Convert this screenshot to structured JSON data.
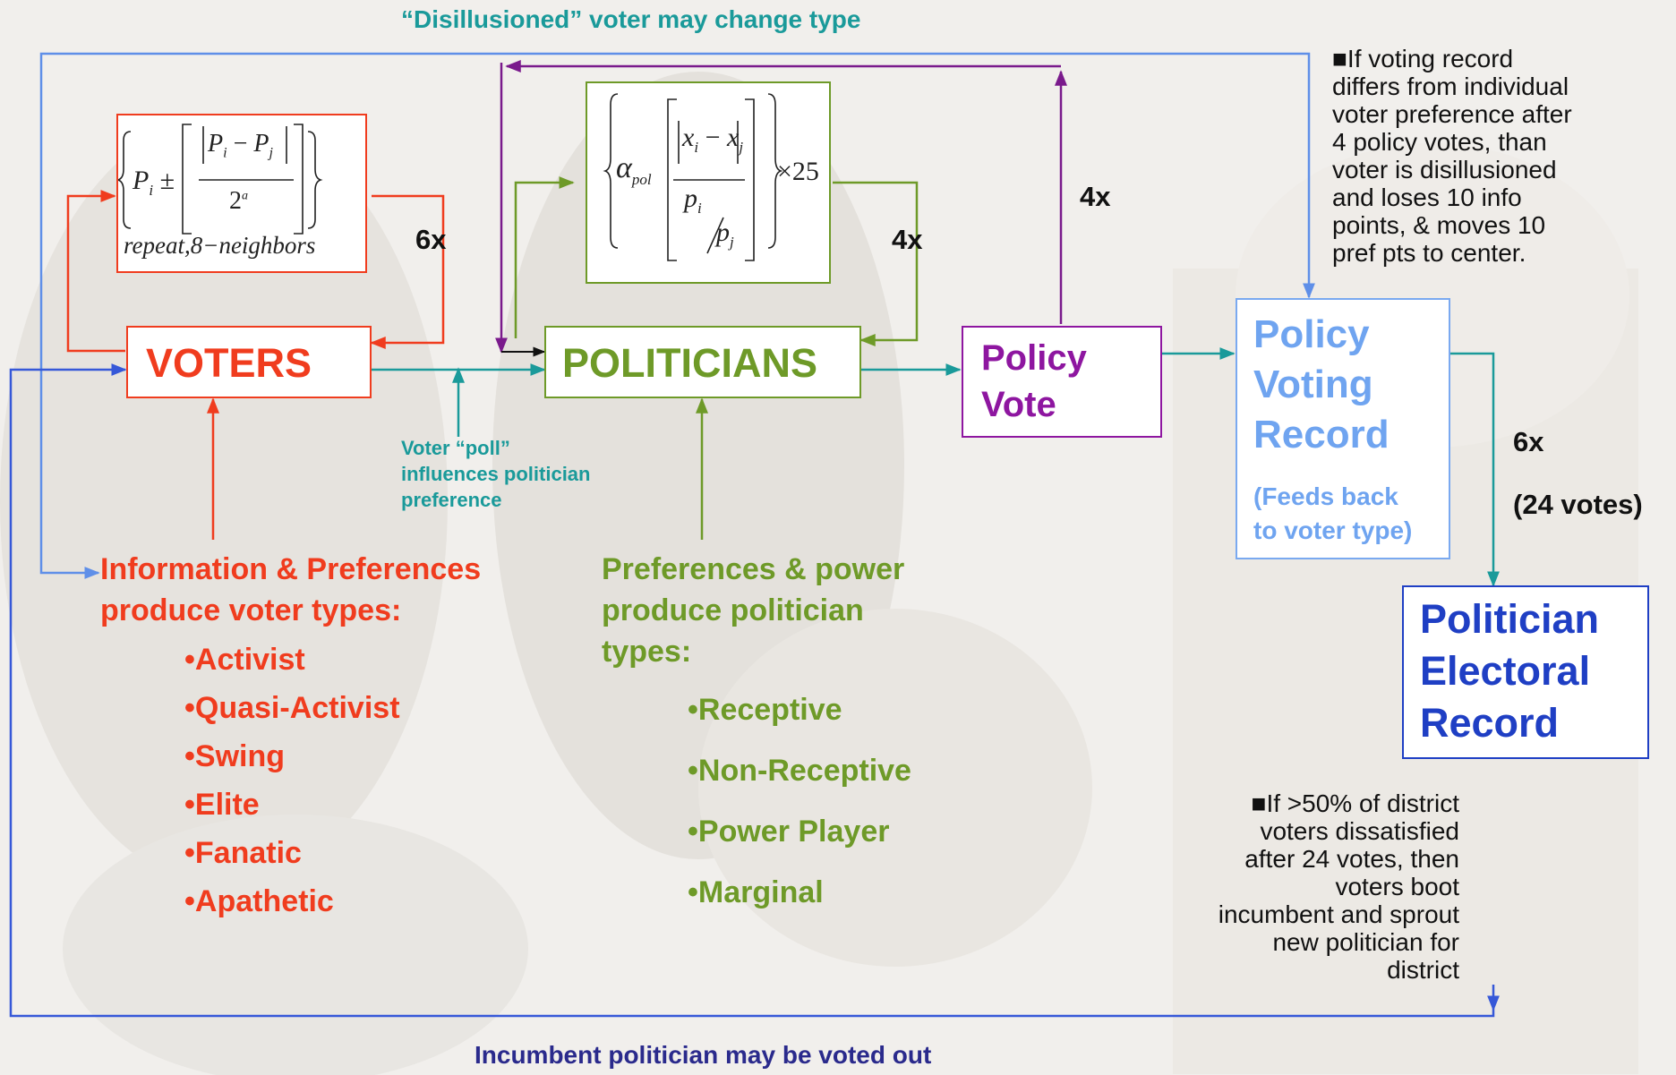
{
  "top_caption": "“Disillusioned” voter may change type",
  "bottom_caption": "Incumbent politician may be voted out",
  "voters": {
    "label": "VOTERS",
    "multiplier": "6x"
  },
  "politicians": {
    "label": "POLITICIANS",
    "multiplier": "4x"
  },
  "policy_vote": {
    "line1": "Policy",
    "line2": "Vote",
    "multiplier": "4x"
  },
  "policy_voting_record": {
    "line1": "Policy",
    "line2": "Voting",
    "line3": "Record",
    "note1": "(Feeds back",
    "note2": "to voter type)",
    "multiplier": "6x",
    "multiplier_note": "(24 votes)"
  },
  "politician_record": {
    "line1": "Politician",
    "line2": "Electoral",
    "line3": "Record"
  },
  "voter_formula": {
    "sym_p": "P",
    "sym_i": "i",
    "sym_j": "j",
    "pm": "±",
    "minus": "−",
    "two": "2",
    "exp": "a",
    "caption": "repeat,8−neighbors"
  },
  "politician_formula": {
    "alpha": "α",
    "pol": "pol",
    "x": "x",
    "i": "i",
    "j": "j",
    "minus": "−",
    "p": "p",
    "times": "×25"
  },
  "poll_note": {
    "line1": "Voter “poll”",
    "line2": "influences politician",
    "line3": "preference"
  },
  "voter_types": {
    "line1": "Information & Preferences",
    "line2": "produce voter types:",
    "items": [
      "•Activist",
      "•Quasi-Activist",
      "•Swing",
      "•Elite",
      "•Fanatic",
      "•Apathetic"
    ]
  },
  "politician_types": {
    "line1": "Preferences & power",
    "line2": "produce politician",
    "line3": "types:",
    "items": [
      "•Receptive",
      "•Non-Receptive",
      "•Power Player",
      "•Marginal"
    ]
  },
  "disillusion_note": {
    "lines": [
      "■If voting record",
      "differs from individual",
      "voter preference after",
      "4 policy votes, than",
      "voter is disillusioned",
      "and loses 10 info",
      "points, & moves 10",
      "pref pts to center."
    ]
  },
  "dissatisfied_note": {
    "lines": [
      "■If >50% of district",
      "voters dissatisfied",
      "after 24 votes, then",
      "voters boot",
      "incumbent and sprout",
      "new politician for",
      "district"
    ]
  },
  "colors": {
    "voters": "#f03c1e",
    "politicians": "#6e9a28",
    "policy_vote": "#8e16a0",
    "record": "#6fa4f0",
    "electoral": "#1f3fc4",
    "teal": "#1a9a9a",
    "navy": "#2a2a8c",
    "blue_line": "#3658d8"
  }
}
